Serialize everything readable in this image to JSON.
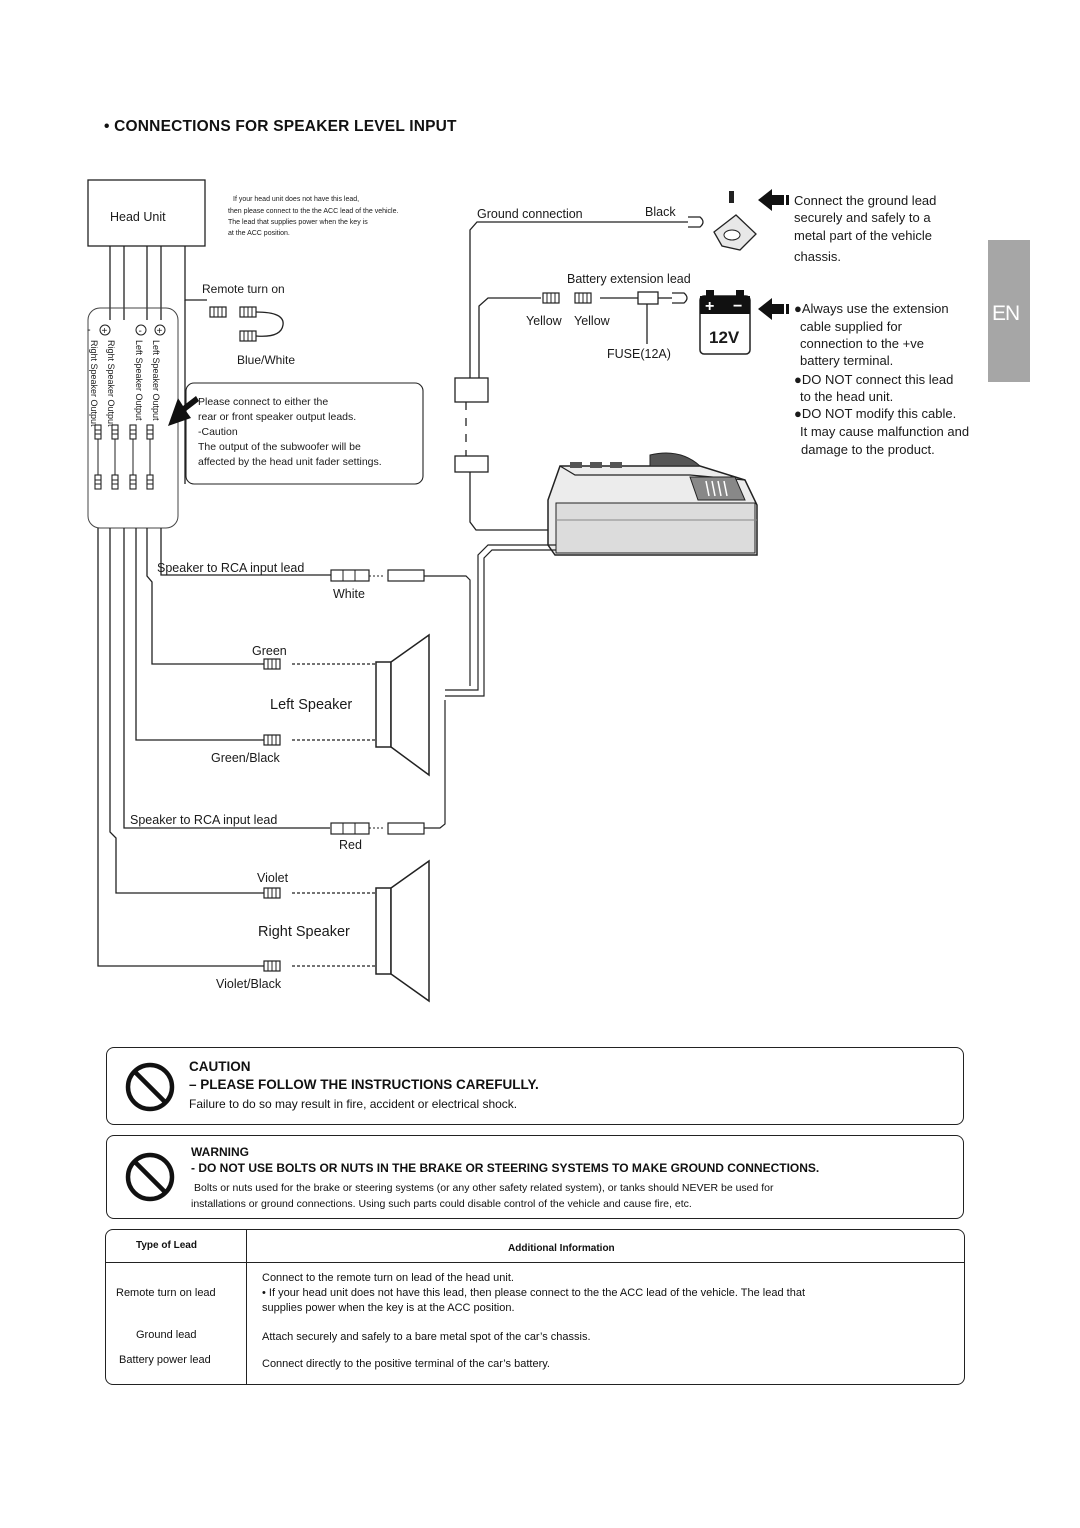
{
  "title": "• CONNECTIONS FOR SPEAKER LEVEL INPUT",
  "tab_label": "EN",
  "diagram": {
    "head_unit": "Head Unit",
    "head_unit_note": [
      "If your head unit does not have this lead,",
      "then please connect to the the ACC lead of the vehicle.",
      "The lead that supplies power when the key is",
      "at the ACC position."
    ],
    "remote_turn_on": "Remote turn on",
    "blue_white": "Blue/White",
    "outputs": {
      "minus": "-",
      "plus": "+",
      "right_speaker_output": "Right Speaker Output",
      "left_speaker_output": "Left Speaker Output"
    },
    "speaker_note": [
      "Please connect to either the",
      "rear or front speaker output leads.",
      "-Caution",
      " The output of the subwoofer will be",
      "affected by the head unit fader settings."
    ],
    "ground_connection": "Ground connection",
    "black": "Black",
    "battery_extension_lead": "Battery extension lead",
    "yellow_1": "Yellow",
    "yellow_2": "Yellow",
    "fuse": "FUSE(12A)",
    "battery_12v": "12V",
    "battery_plus": "+",
    "battery_minus": "−",
    "ground_note": [
      "Connect the ground lead",
      "securely and safely to a",
      "metal part of the vehicle",
      "chassis."
    ],
    "battery_notes": [
      "●Always use the extension",
      " cable supplied for",
      " connection to the +ve",
      " battery terminal.",
      "●DO NOT connect this lead",
      "  to the head unit.",
      "●DO NOT modify this cable.",
      "  It may cause malfunction and",
      "damage to the product."
    ],
    "rca_lead_1": "Speaker to RCA input lead",
    "white": "White",
    "green": "Green",
    "left_speaker": "Left Speaker",
    "green_black": "Green/Black",
    "rca_lead_2": "Speaker to RCA input lead",
    "red": "Red",
    "violet": "Violet",
    "right_speaker": "Right Speaker",
    "violet_black": "Violet/Black"
  },
  "caution": {
    "heading": "CAUTION",
    "subheading": "– PLEASE FOLLOW THE INSTRUCTIONS CAREFULLY.",
    "text": "Failure to do so may result in fire, accident or electrical shock."
  },
  "warning": {
    "heading": "WARNING",
    "subheading": "- DO NOT USE BOLTS OR NUTS  IN THE BRAKE OR STEERING SYSTEMS TO MAKE GROUND CONNECTIONS.",
    "text_line1": "Bolts or nuts used for the brake or steering systems (or any other safety related system), or tanks should NEVER be used for",
    "text_line2": "installations or ground connections. Using such parts could disable control of the vehicle and cause fire, etc."
  },
  "lead_table": {
    "header_type": "Type of Lead",
    "header_info": "Additional Information",
    "rows": [
      {
        "type": "Remote turn on lead",
        "info_lines": [
          "Connect to the remote turn on lead of the head unit.",
          "• If your head unit does not have this lead, then please connect to the the ACC lead of the vehicle. The lead that",
          "  supplies power when the key is at the ACC position."
        ]
      },
      {
        "type": "Ground lead",
        "info": "Attach securely and safely to a bare metal spot of the car’s chassis."
      },
      {
        "type": "Battery power lead",
        "info": "Connect directly to the positive terminal of the car’s battery."
      }
    ]
  }
}
